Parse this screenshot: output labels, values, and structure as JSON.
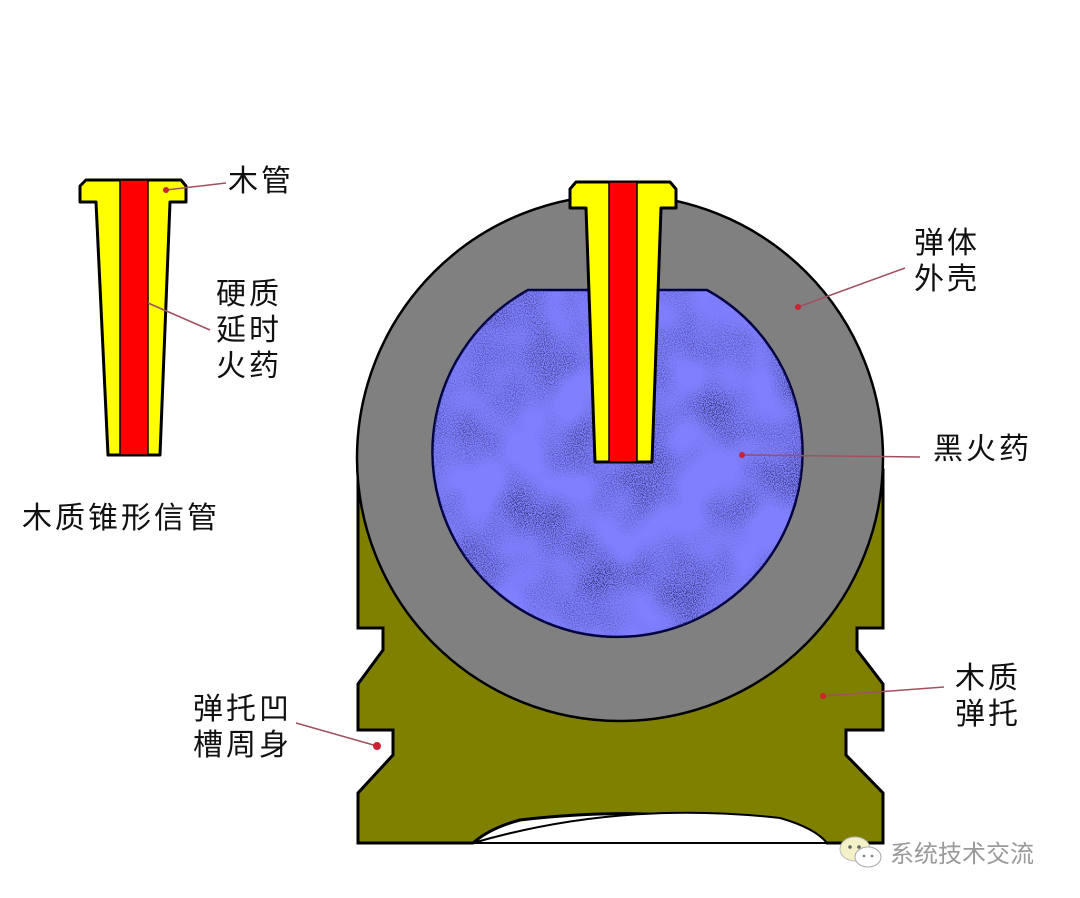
{
  "colors": {
    "fuse_wood": "#ffff00",
    "delay_powder": "#ff0000",
    "shell_casing": "#808080",
    "black_powder_fill": "#8080ff",
    "black_powder_grain": "#0a0a3a",
    "sabot_wood": "#808000",
    "outline": "#000000",
    "leader_line": "#a05060",
    "leader_dot": "#cc2233"
  },
  "labels": {
    "wood_tube": "木管",
    "hard_delay_powder": "硬质\n延时\n火药",
    "fuse_caption": "木质锥形信管",
    "shell_casing": "弹体\n外壳",
    "black_powder": "黑火药",
    "wooden_sabot": "木质\n弹托",
    "sabot_groove": "弹托凹\n槽周身"
  },
  "watermark": {
    "icon": "wechat-icon",
    "text": "系统技术交流"
  }
}
